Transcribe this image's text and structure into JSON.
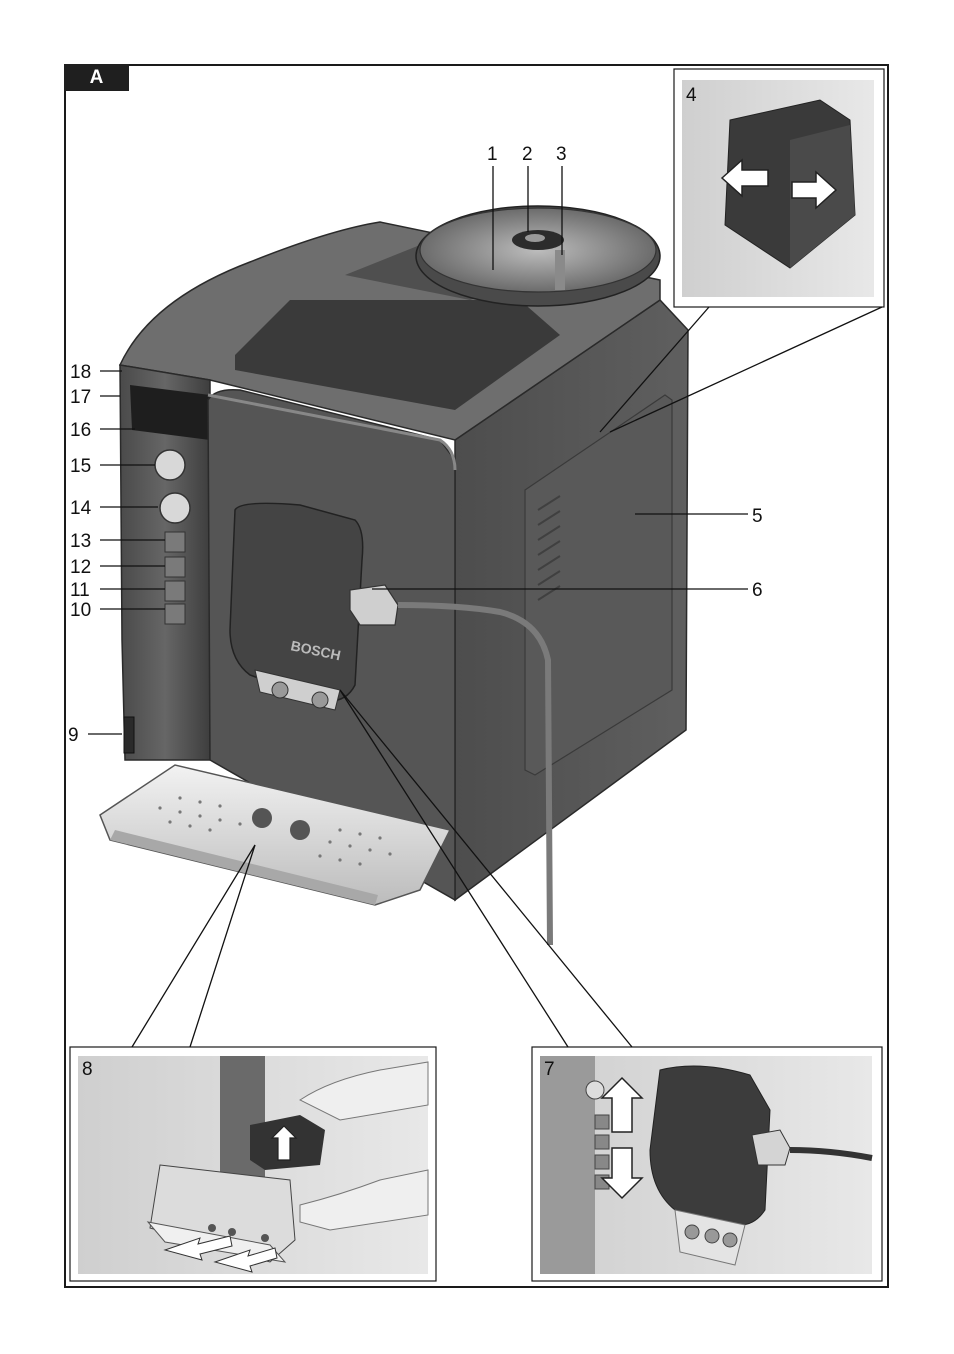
{
  "figure_tag": "A",
  "callouts": [
    "1",
    "2",
    "3",
    "4",
    "5",
    "6",
    "7",
    "8",
    "9",
    "10",
    "11",
    "12",
    "13",
    "14",
    "15",
    "16",
    "17",
    "18"
  ],
  "panels": {
    "inset_4": "4",
    "inset_7": "7",
    "inset_8": "8"
  },
  "brand_text": "BOSCH",
  "colors": {
    "machine_body": "#555555",
    "machine_dark": "#2e2e2e",
    "machine_light": "#8a8a8a",
    "tray_light": "#e6e6e6",
    "inset_bg": "#d9d9d9",
    "frame": "#1a1a1a"
  },
  "icons": [
    "arrow-left-icon",
    "arrow-right-icon",
    "arrow-up-icon",
    "arrow-down-icon"
  ]
}
